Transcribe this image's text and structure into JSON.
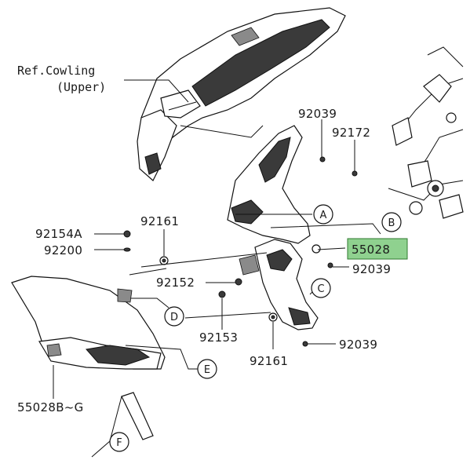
{
  "labels": {
    "ref_cowling_line1": "Ref.Cowling",
    "ref_cowling_line2": "(Upper)",
    "p92039_top": "92039",
    "p92172": "92172",
    "p92154A": "92154A",
    "p92200": "92200",
    "p92161_top": "92161",
    "p55028": "55028",
    "p92039_mid": "92039",
    "p92152": "92152",
    "p92153": "92153",
    "p92161_bottom": "92161",
    "p92039_bottom": "92039",
    "p55028BG": "55028B~G"
  },
  "callouts": {
    "A": "A",
    "B": "B",
    "C": "C",
    "D": "D",
    "E": "E",
    "F": "F"
  },
  "colors": {
    "highlight": "#8fd18f"
  }
}
